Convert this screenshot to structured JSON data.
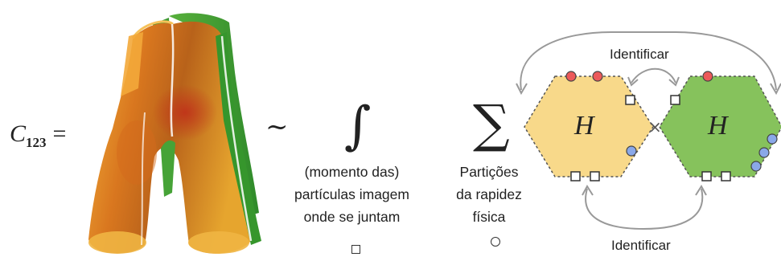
{
  "equation": {
    "lhs_symbol": "C",
    "lhs_subscript": "123",
    "equals": "=",
    "tilde": "~",
    "integral": "∫",
    "sum": "∑"
  },
  "notes": {
    "integral_note": [
      "(momento das)",
      "partículas imagem",
      "onde se juntam"
    ],
    "sum_note": [
      "Partições",
      "da rapidez",
      "física"
    ]
  },
  "hexagon_diagram": {
    "left_hexagon_label": "H",
    "right_hexagon_label": "H",
    "times": "×",
    "identify_top": "Identificar",
    "identify_bottom": "Identificar"
  },
  "colors": {
    "hex_left": "#f8d98a",
    "hex_right": "#86c25c",
    "red_dot": "#ec5a5a",
    "blue_dot": "#8aa8e8"
  },
  "icons": [
    "pants-surface",
    "square-marker-icon",
    "circle-marker-icon"
  ]
}
